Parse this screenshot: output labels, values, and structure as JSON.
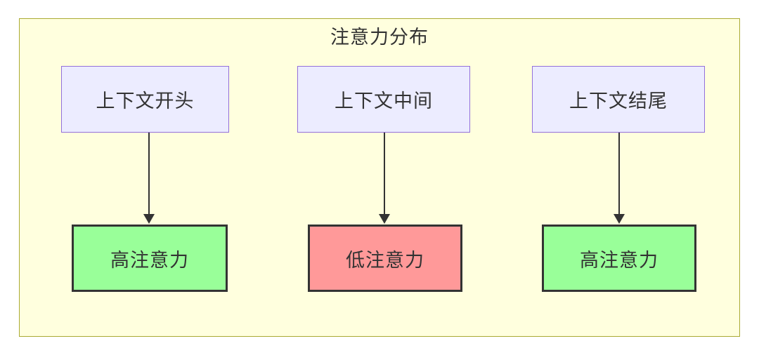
{
  "diagram": {
    "title": "注意力分布",
    "columns": [
      {
        "source_label": "上下文开头",
        "target_label": "高注意力",
        "attention": "high"
      },
      {
        "source_label": "上下文中间",
        "target_label": "低注意力",
        "attention": "low"
      },
      {
        "source_label": "上下文结尾",
        "target_label": "高注意力",
        "attention": "high"
      }
    ],
    "colors": {
      "container_bg": "#ffffde",
      "container_border": "#aaaa33",
      "context_node_bg": "#ececff",
      "context_node_border": "#9370db",
      "high_attention_bg": "#99ff99",
      "low_attention_bg": "#ff9999",
      "attention_node_border": "#333333",
      "arrow_color": "#333333",
      "text_color": "#333333"
    }
  }
}
